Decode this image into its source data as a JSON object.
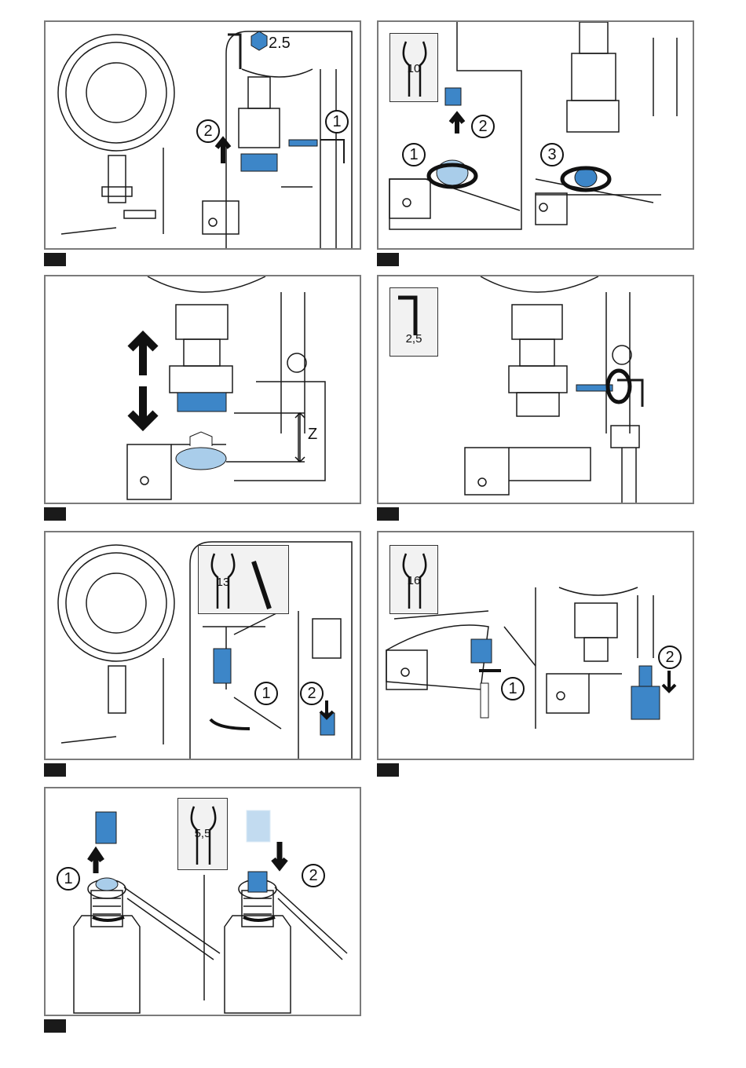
{
  "steps": [
    {
      "key": "s1",
      "callouts": [
        "1",
        "2"
      ],
      "tool": {
        "type": "hex-key",
        "label": "2.5"
      }
    },
    {
      "key": "s2",
      "callouts": [
        "1",
        "2",
        "3"
      ],
      "tool": {
        "type": "open-wrench",
        "label": "10"
      }
    },
    {
      "key": "s3",
      "dimension_label": "Z"
    },
    {
      "key": "s4",
      "tool": {
        "type": "hex-key",
        "label": "2,5"
      }
    },
    {
      "key": "s5",
      "callouts": [
        "1",
        "2"
      ],
      "tool": {
        "type": "open-wrench",
        "label": "13"
      }
    },
    {
      "key": "s6",
      "callouts": [
        "1",
        "2"
      ],
      "tool": {
        "type": "open-wrench",
        "label": "16"
      }
    },
    {
      "key": "s7",
      "callouts": [
        "1",
        "2"
      ],
      "tool": {
        "type": "open-wrench",
        "label": "5,5"
      }
    }
  ],
  "colors": {
    "accent": "#3d86c8",
    "accent_light": "#a9cdea",
    "frame": "#7a7a7a",
    "line": "#1a1a1a"
  }
}
